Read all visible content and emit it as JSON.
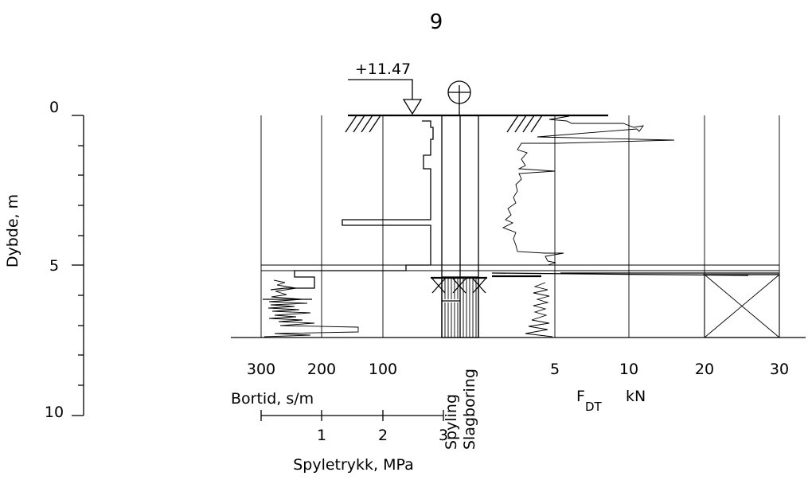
{
  "chart_data": {
    "type": "diagram",
    "page_number": "9",
    "elevation": "+11.47",
    "depth_axis": {
      "label": "Dybde, m",
      "ticks": [
        "0",
        "5",
        "10"
      ]
    },
    "bortid_axis": {
      "label": "Bortid, s/m",
      "ticks": [
        "300",
        "200",
        "100"
      ]
    },
    "force_axis": {
      "label_main": "F",
      "label_sub": "DT",
      "unit": "kN",
      "ticks": [
        "5",
        "10",
        "20",
        "30"
      ]
    },
    "pressure_axis": {
      "label": "Spyletrykk, MPa",
      "ticks": [
        "1",
        "2",
        "3"
      ]
    },
    "modes": [
      "Spyling",
      "Slagboring"
    ],
    "total_depth_m": 7.5,
    "rock_depth_m": 5.4,
    "layer_boundary_m": 5.0
  }
}
